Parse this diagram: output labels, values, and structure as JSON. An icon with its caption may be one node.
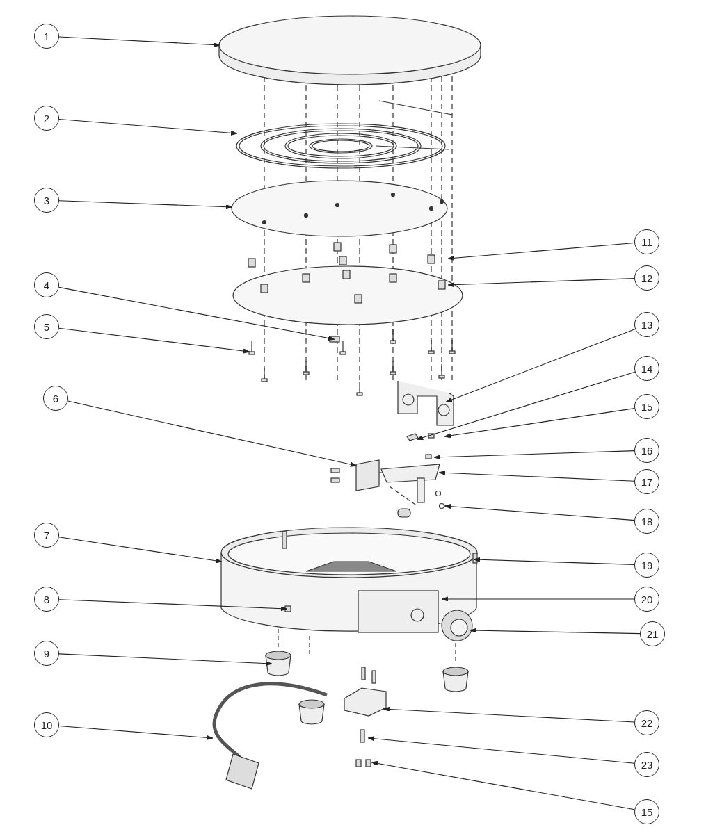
{
  "diagram": {
    "nodes": [
      {
        "text": [
          "1"
        ]
      },
      {
        "text": [
          "2"
        ]
      },
      {
        "text": [
          "3"
        ]
      },
      {
        "text": [
          "4"
        ]
      },
      {
        "text": [
          "5"
        ]
      },
      {
        "text": [
          "6"
        ]
      },
      {
        "text": [
          "7"
        ]
      },
      {
        "text": [
          "8"
        ]
      },
      {
        "text": [
          "9"
        ]
      },
      {
        "text": [
          "10"
        ]
      },
      {
        "text": [
          "11"
        ]
      },
      {
        "text": [
          "12"
        ]
      },
      {
        "text": [
          "13"
        ]
      },
      {
        "text": [
          "14"
        ]
      },
      {
        "text": [
          "15"
        ]
      },
      {
        "text": [
          "16"
        ]
      },
      {
        "text": [
          "17"
        ]
      },
      {
        "text": [
          "18"
        ]
      },
      {
        "text": [
          "19"
        ]
      },
      {
        "text": [
          "20"
        ]
      },
      {
        "text": [
          "21"
        ]
      },
      {
        "text": [
          "22"
        ]
      },
      {
        "text": [
          "23"
        ]
      },
      {
        "text": [
          "15"
        ]
      }
    ],
    "edges": [
      {
        "from": 0,
        "to": null,
        "arrow": "to"
      },
      {
        "from": 1,
        "to": null,
        "arrow": "to"
      },
      {
        "from": 2,
        "to": null,
        "arrow": "to"
      },
      {
        "from": 3,
        "to": null,
        "arrow": "to"
      },
      {
        "from": 4,
        "to": null,
        "arrow": "to"
      },
      {
        "from": 5,
        "to": null,
        "arrow": "to"
      },
      {
        "from": 6,
        "to": null,
        "arrow": "to"
      },
      {
        "from": 7,
        "to": null,
        "arrow": "to"
      },
      {
        "from": 8,
        "to": null,
        "arrow": "to"
      },
      {
        "from": 9,
        "to": null,
        "arrow": "to"
      },
      {
        "from": 10,
        "to": null,
        "arrow": "to"
      },
      {
        "from": 11,
        "to": null,
        "arrow": "to"
      },
      {
        "from": 12,
        "to": null,
        "arrow": "to"
      },
      {
        "from": 13,
        "to": null,
        "arrow": "to"
      },
      {
        "from": 14,
        "to": null,
        "arrow": "to"
      },
      {
        "from": 15,
        "to": null,
        "arrow": "to"
      },
      {
        "from": 16,
        "to": null,
        "arrow": "to"
      },
      {
        "from": 17,
        "to": null,
        "arrow": "to"
      },
      {
        "from": 18,
        "to": null,
        "arrow": "to"
      },
      {
        "from": 19,
        "to": null,
        "arrow": "to"
      },
      {
        "from": 20,
        "to": null,
        "arrow": "to"
      },
      {
        "from": 21,
        "to": null,
        "arrow": "to"
      },
      {
        "from": 22,
        "to": null,
        "arrow": "to"
      },
      {
        "from": 23,
        "to": null,
        "arrow": "to"
      }
    ]
  }
}
